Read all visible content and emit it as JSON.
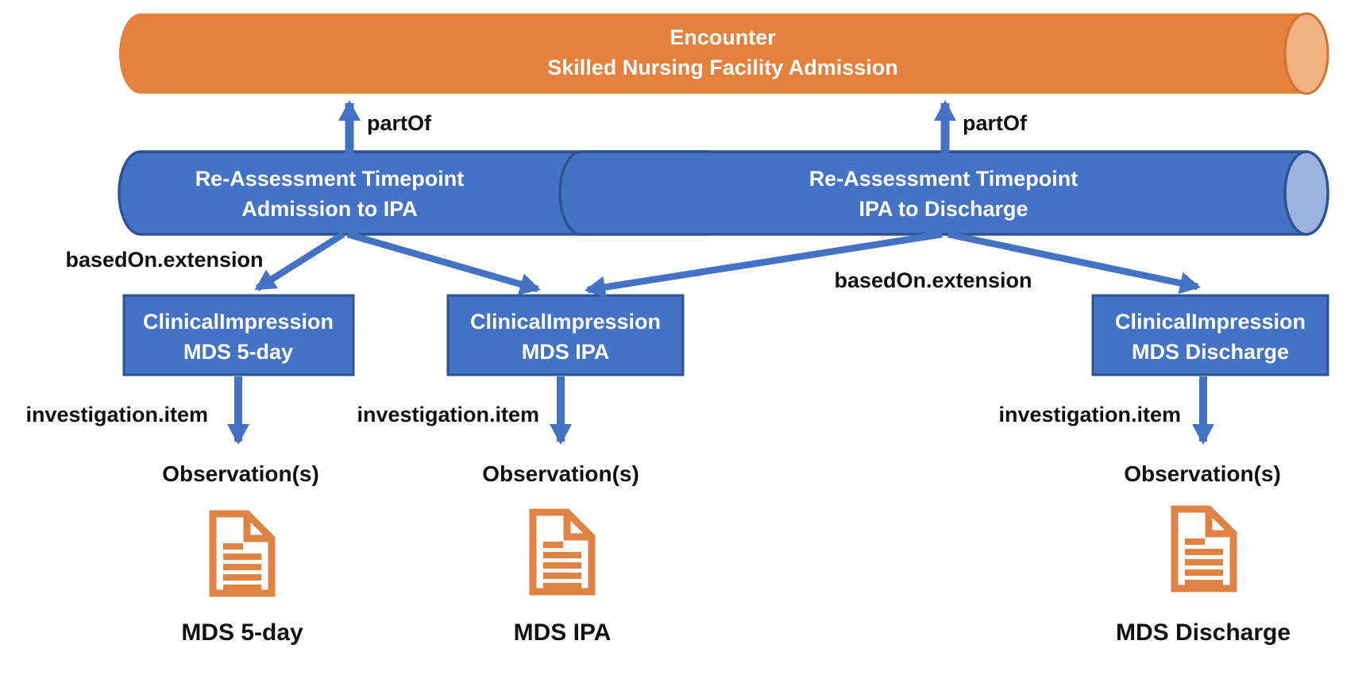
{
  "encounter": {
    "line1": "Encounter",
    "line2": "Skilled Nursing Facility Admission"
  },
  "timepoints": [
    {
      "line1": "Re-Assessment Timepoint",
      "line2": "Admission to IPA"
    },
    {
      "line1": "Re-Assessment Timepoint",
      "line2": "IPA to Discharge"
    }
  ],
  "part_of_labels": [
    "partOf",
    "partOf"
  ],
  "based_on_labels": [
    "basedOn.extension",
    "basedOn.extension"
  ],
  "impressions": [
    {
      "line1": "ClinicalImpression",
      "line2": "MDS 5-day"
    },
    {
      "line1": "ClinicalImpression",
      "line2": "MDS IPA"
    },
    {
      "line1": "ClinicalImpression",
      "line2": "MDS Discharge"
    }
  ],
  "investigation_labels": [
    "investigation.item",
    "investigation.item",
    "investigation.item"
  ],
  "observation_labels": [
    "Observation(s)",
    "Observation(s)",
    "Observation(s)"
  ],
  "document_labels": [
    "MDS 5-day",
    "MDS IPA",
    "MDS Discharge"
  ],
  "colors": {
    "cylinder_orange": "#E5813C",
    "cylinder_orange_cap": "#F1B183",
    "cylinder_orange_cap_border": "#D2722E",
    "shape_blue": "#4472C4",
    "shape_blue_border": "#2E5395",
    "cylinder_blue_cap": "#9DB3DF",
    "arrow_blue": "#4472C4",
    "document_icon_orange": "#DF8344",
    "label_black": "#111111",
    "label_white": "#FFFFFF"
  }
}
